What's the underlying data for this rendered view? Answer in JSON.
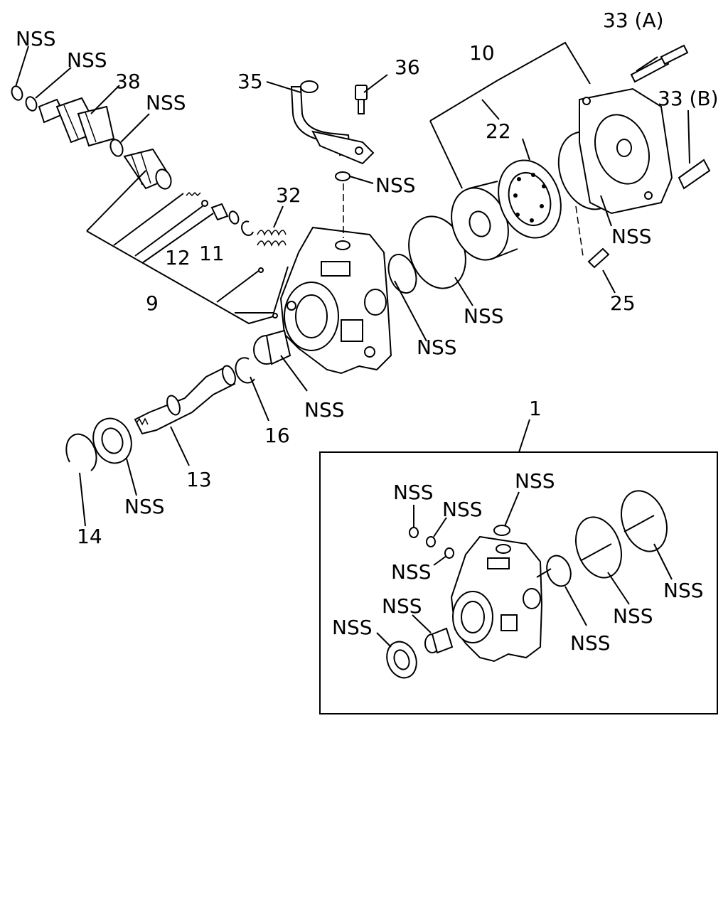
{
  "labels": {
    "nss": "NSS",
    "p1": "1",
    "p9": "9",
    "p10": "10",
    "p11": "11",
    "p12": "12",
    "p13": "13",
    "p14": "14",
    "p16": "16",
    "p22": "22",
    "p25": "25",
    "p32": "32",
    "p33a": "33 (A)",
    "p33b": "33 (B)",
    "p35": "35",
    "p36": "36",
    "p38": "38"
  },
  "colors": {
    "ink": "#000000",
    "paper": "#ffffff"
  }
}
